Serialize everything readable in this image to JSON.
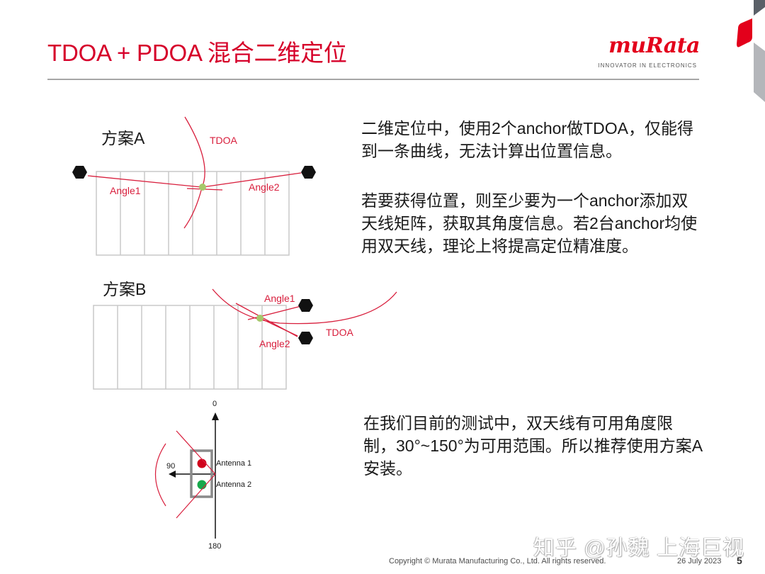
{
  "header": {
    "title": "TDOA + PDOA 混合二维定位",
    "logo_wordmark": "muRata",
    "logo_tagline": "INNOVATOR IN ELECTRONICS"
  },
  "colors": {
    "title_red": "#d6002a",
    "brand_red": "#e3001b",
    "diagram_red": "#d81e3c",
    "point_green": "#a6c86a",
    "antenna1": "#d0021b",
    "antenna2": "#17a84b",
    "corner_dark": "#5a6068",
    "corner_light": "#b4b6ba"
  },
  "diagram": {
    "scheme_a": {
      "label": "方案A",
      "tdoa_label": "TDOA",
      "angle1_label": "Angle1",
      "angle2_label": "Angle2",
      "grid_columns": 8
    },
    "scheme_b": {
      "label": "方案B",
      "tdoa_label": "TDOA",
      "angle1_label": "Angle1",
      "angle2_label": "Angle2",
      "grid_columns": 8
    },
    "antenna": {
      "axis_top": "0",
      "axis_left": "90",
      "axis_bottom": "180",
      "antenna1_label": "Antenna 1",
      "antenna2_label": "Antenna 2"
    }
  },
  "content": {
    "paragraph1": "二维定位中，使用2个anchor做TDOA，仅能得到一条曲线，无法计算出位置信息。",
    "paragraph2": "若要获得位置，则至少要为一个anchor添加双天线矩阵，获取其角度信息。若2台anchor均使用双天线，理论上将提高定位精准度。",
    "paragraph3": "在我们目前的测试中，双天线有可用角度限制，30°~150°为可用范围。所以推荐使用方案A安装。"
  },
  "watermark": "知乎 @孙魏 上海巨视",
  "footer": {
    "copyright": "Copyright © Murata Manufacturing Co., Ltd. All rights reserved.",
    "date": "26 July 2023",
    "page_number": "5"
  }
}
